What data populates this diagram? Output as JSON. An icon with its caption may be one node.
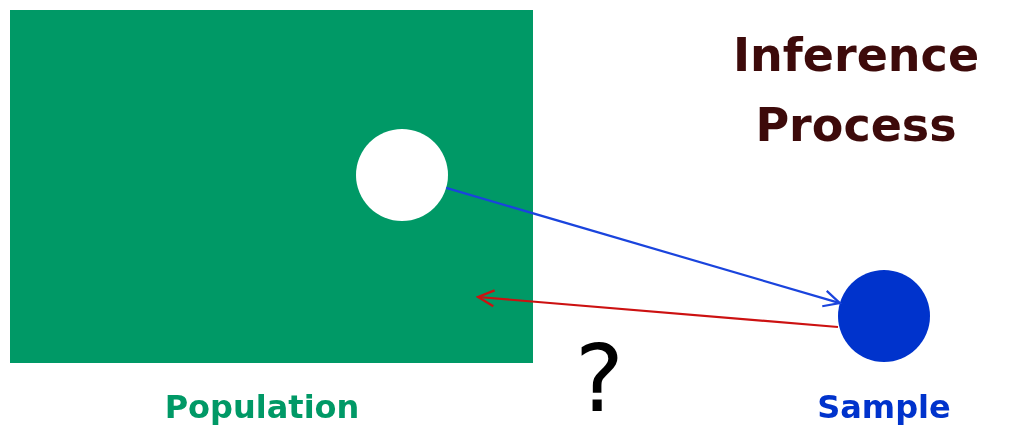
{
  "diagram": {
    "title": "Inference Process",
    "nodes": [
      {
        "text": [
          "Population"
        ]
      },
      {
        "text": [],
        "shape": "circle",
        "in": 0
      },
      {
        "text": [
          "Sample"
        ]
      }
    ],
    "edges": [
      {
        "from": 1,
        "to": 2,
        "arrow": "to",
        "color": "#1a44dd"
      },
      {
        "from": 2,
        "to": null,
        "arrow": "to",
        "color": "#cc1111"
      }
    ],
    "labels": [
      "?"
    ]
  }
}
